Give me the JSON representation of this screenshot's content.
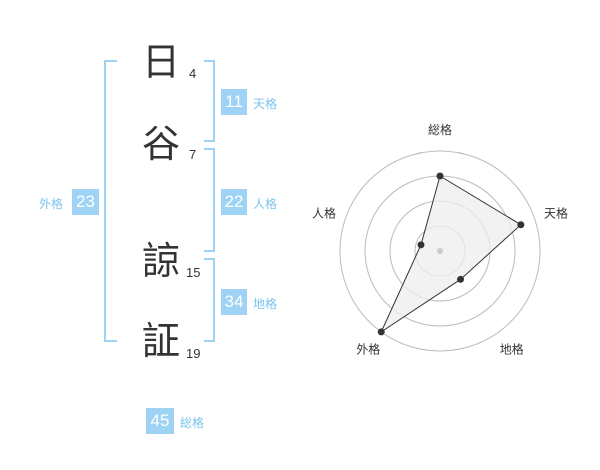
{
  "name": {
    "chars": [
      {
        "char": "日",
        "strokes": "4"
      },
      {
        "char": "谷",
        "strokes": "7"
      },
      {
        "char": "諒",
        "strokes": "15"
      },
      {
        "char": "証",
        "strokes": "19"
      }
    ]
  },
  "fortunes": {
    "tenkaku": {
      "value": "11",
      "label": "天格"
    },
    "jinkaku": {
      "value": "22",
      "label": "人格"
    },
    "chikaku": {
      "value": "34",
      "label": "地格"
    },
    "gaikaku": {
      "value": "23",
      "label": "外格"
    },
    "soukaku": {
      "value": "45",
      "label": "総格"
    }
  },
  "chart_data": {
    "type": "radar",
    "axes": [
      "総格",
      "天格",
      "地格",
      "外格",
      "人格"
    ],
    "values": [
      0.75,
      0.85,
      0.35,
      1.0,
      0.2
    ],
    "rings": 4,
    "colors": {
      "fill": "#eeeeee",
      "stroke": "#333333",
      "grid": "#bbbbbb",
      "center": "#cccccc"
    }
  }
}
